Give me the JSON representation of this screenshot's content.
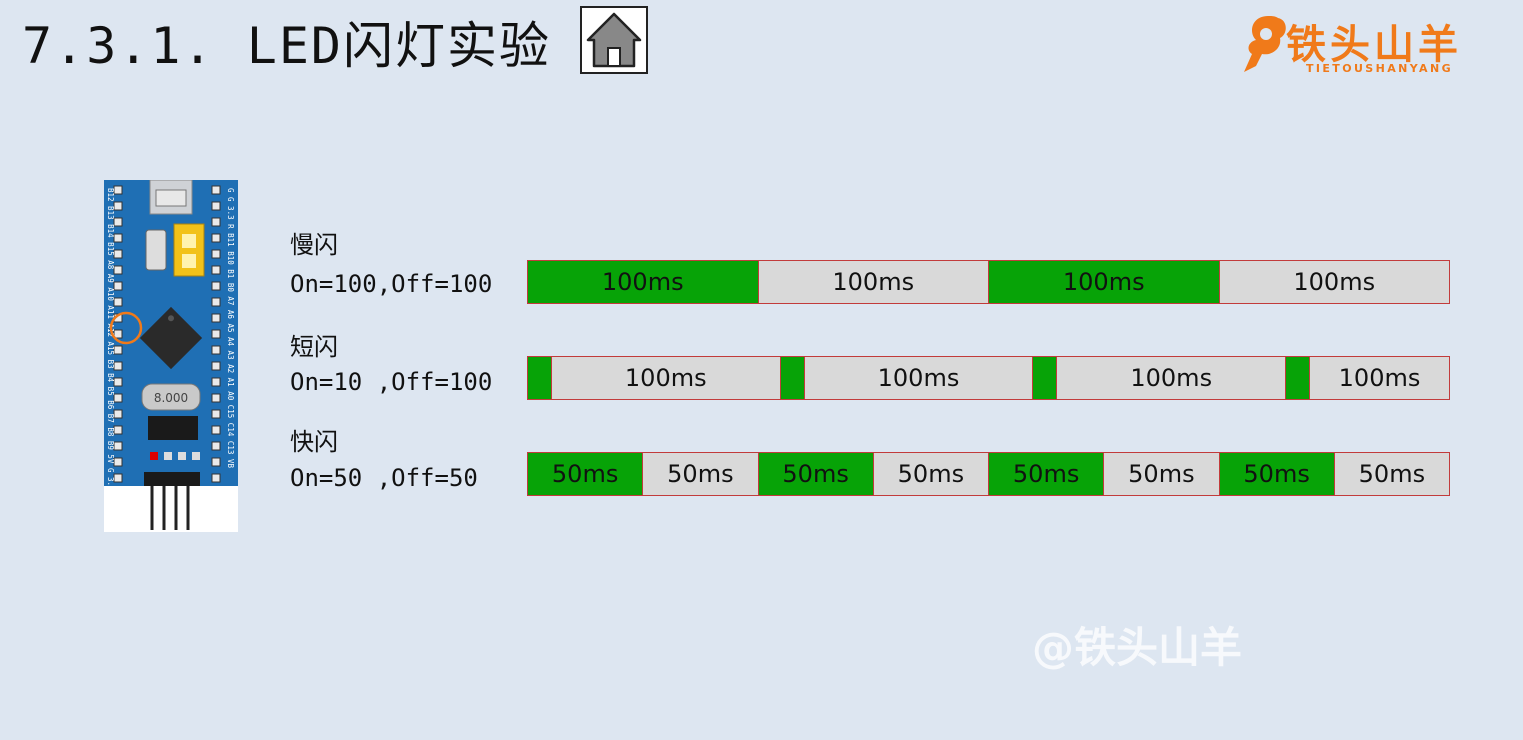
{
  "title": "7.3.1. LED闪灯实验",
  "logo": {
    "text": "铁头山羊",
    "sub": "TIETOUSHANYANG"
  },
  "board": {
    "pins_left": "B12 B13 B14 B15 A8 A9 A10 A11 A12 A15 B3 B4 B5 B6 B7 B8 B9 5V G 3.3",
    "pins_right": "G G 3.3 R B11 B10 B1 B0 A7 A6 A5 A4 A3 A2 A1 A0 C15 C14 C13 VB",
    "crystal": "8.000"
  },
  "rows": [
    {
      "name": "慢闪",
      "params": "On=100,Off=100",
      "segments": [
        {
          "label": "100ms",
          "state": "on",
          "w": 100
        },
        {
          "label": "100ms",
          "state": "off",
          "w": 100
        },
        {
          "label": "100ms",
          "state": "on",
          "w": 100
        },
        {
          "label": "100ms",
          "state": "off",
          "w": 100
        }
      ]
    },
    {
      "name": "短闪",
      "params": "On=10 ,Off=100",
      "segments": [
        {
          "label": "",
          "state": "on",
          "w": 10
        },
        {
          "label": "100ms",
          "state": "off",
          "w": 100
        },
        {
          "label": "",
          "state": "on",
          "w": 10
        },
        {
          "label": "100ms",
          "state": "off",
          "w": 100
        },
        {
          "label": "",
          "state": "on",
          "w": 10
        },
        {
          "label": "100ms",
          "state": "off",
          "w": 100
        },
        {
          "label": "",
          "state": "on",
          "w": 10
        },
        {
          "label": "100ms",
          "state": "off",
          "w": 61
        }
      ]
    },
    {
      "name": "快闪",
      "params": "On=50 ,Off=50",
      "segments": [
        {
          "label": "50ms",
          "state": "on",
          "w": 50
        },
        {
          "label": "50ms",
          "state": "off",
          "w": 50
        },
        {
          "label": "50ms",
          "state": "on",
          "w": 50
        },
        {
          "label": "50ms",
          "state": "off",
          "w": 50
        },
        {
          "label": "50ms",
          "state": "on",
          "w": 50
        },
        {
          "label": "50ms",
          "state": "off",
          "w": 50
        },
        {
          "label": "50ms",
          "state": "on",
          "w": 50
        },
        {
          "label": "50ms",
          "state": "off",
          "w": 50
        }
      ]
    }
  ],
  "watermark": "@铁头山羊",
  "colors": {
    "on": "#07a307",
    "off": "#d9d9d9",
    "border": "#c23b3b",
    "background": "#dde6f1",
    "logo": "#f07a1a"
  }
}
